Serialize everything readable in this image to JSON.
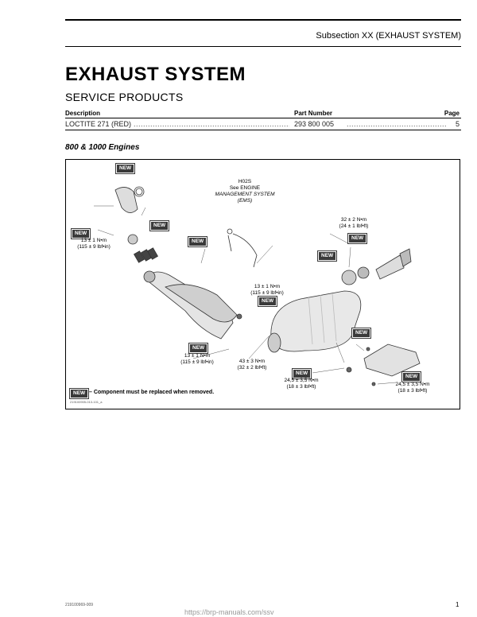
{
  "header": {
    "subsection": "Subsection XX (EXHAUST SYSTEM)"
  },
  "title": "EXHAUST SYSTEM",
  "service_products": {
    "heading": "SERVICE PRODUCTS",
    "columns": [
      "Description",
      "Part Number",
      "Page"
    ],
    "rows": [
      {
        "description": "LOCTITE 271 (RED)",
        "part_number": "293 800 005",
        "page": "5"
      }
    ]
  },
  "section": {
    "subtitle": "800 & 1000 Engines"
  },
  "diagram": {
    "badge_text": "NEW",
    "labels": {
      "h02s": "H02S",
      "see_ems": "See ENGINE",
      "ems_line2": "MANAGEMENT SYSTEM",
      "ems_line3": "(EMS)",
      "torque_a_1": "13 ± 1 N•m",
      "torque_a_2": "(115 ± 9 lbf•in)",
      "torque_b_1": "32 ± 2 N•m",
      "torque_b_2": "(24 ± 1 lbf•ft)",
      "torque_c_1": "13 ± 1 N•m",
      "torque_c_2": "(115 ± 9 lbf•in)",
      "torque_d_1": "13 ± 1 N•m",
      "torque_d_2": "(115 ± 9 lbf•in)",
      "torque_e_1": "43 ± 3 N•m",
      "torque_e_2": "(32 ± 2 lbf•ft)",
      "torque_f_1": "24,5 ± 3,5 N•m",
      "torque_f_2": "(18 ± 3 lbf•ft)",
      "torque_g_1": "24,5 ± 3,5 N•m",
      "torque_g_2": "(18 ± 3 lbf•ft)"
    },
    "legend": "– Component must be replaced when removed.",
    "code": "219100905-013-101_a"
  },
  "footer": {
    "doc_code": "219100969-009",
    "page_number": "1",
    "url": "https://brp-manuals.com/ssv"
  }
}
